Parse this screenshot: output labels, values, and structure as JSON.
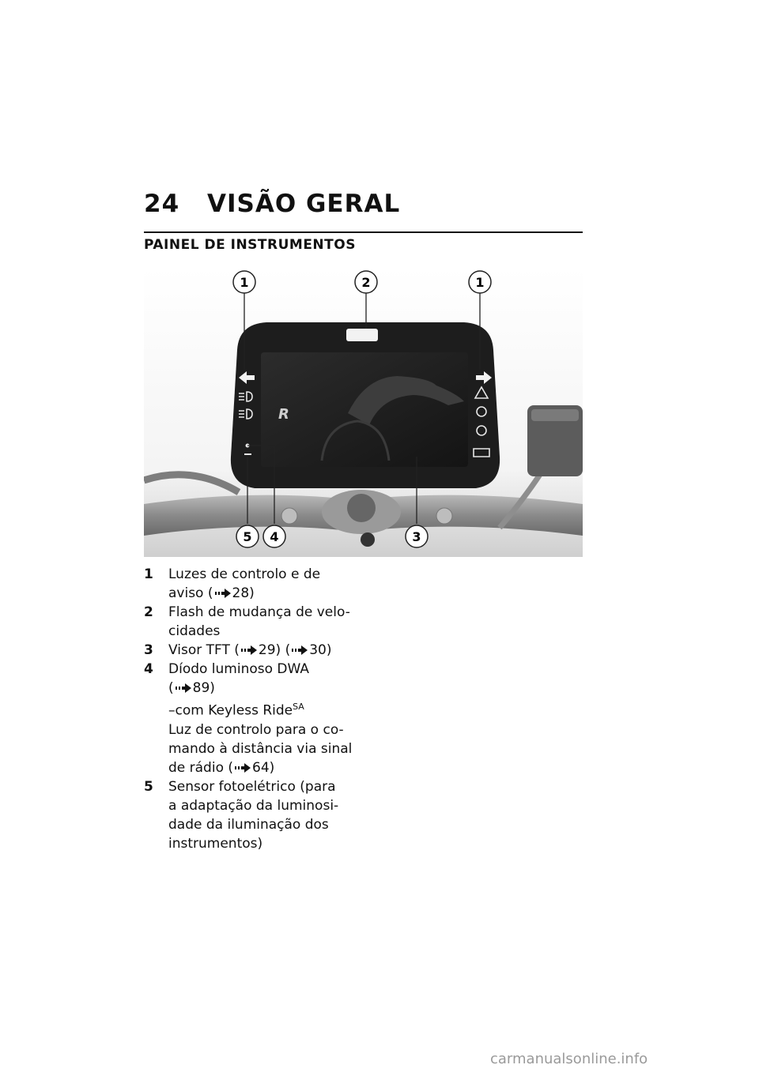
{
  "header": {
    "page_number": "24",
    "chapter_title": "VISÃO GERAL"
  },
  "section_title": "PAINEL DE INSTRUMENTOS",
  "figure": {
    "callouts": [
      "1",
      "2",
      "1",
      "5",
      "4",
      "3"
    ]
  },
  "legend": {
    "item1": {
      "num": "1",
      "line1": "Luzes de controlo e de",
      "line2": "aviso (",
      "ref": "28)"
    },
    "item2": {
      "num": "2",
      "line1": "Flash de mudança de velo-",
      "line2": "cidades"
    },
    "item3": {
      "num": "3",
      "line1": "Visor TFT  (",
      "ref1": "29)  (",
      "ref2": "30)"
    },
    "item4": {
      "num": "4",
      "line1": "Díodo luminoso DWA",
      "line2": "(",
      "ref": "89)",
      "cond": "–com Keyless Ride",
      "cond_sup": "SA",
      "line3": "Luz de controlo para o co-",
      "line4": "mando à distância via sinal",
      "line5": "de rádio  (",
      "ref5": "64)"
    },
    "item5": {
      "num": "5",
      "line1": "Sensor fotoelétrico (para",
      "line2": "a adaptação da luminosi-",
      "line3": "dade da iluminação dos",
      "line4": "instrumentos)"
    }
  },
  "watermark": "carmanualsonline.info"
}
